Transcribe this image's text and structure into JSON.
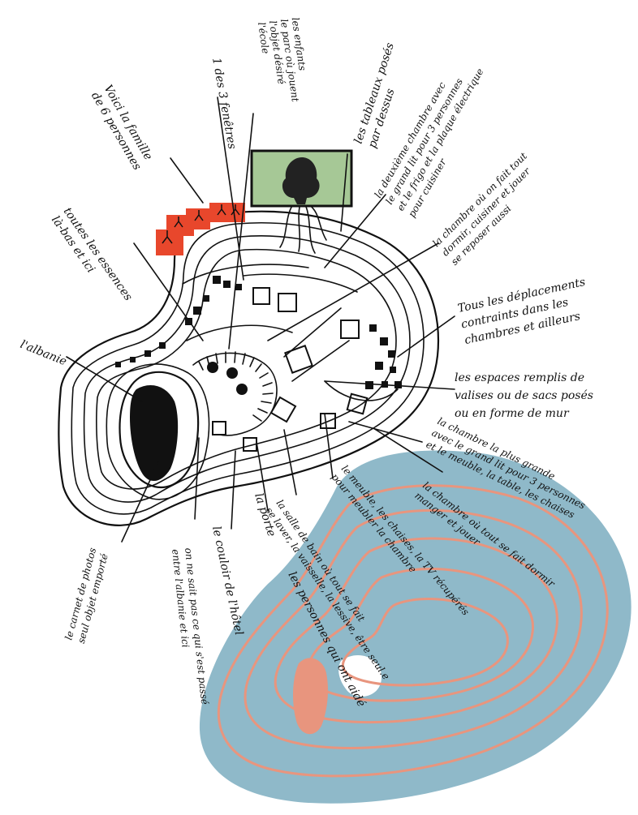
{
  "colors": {
    "ink": "#111111",
    "blue_blob": "#8fb9c9",
    "salmon": "#e8957e",
    "photo_green": "#a6c896",
    "family_red": "#e8472c"
  },
  "annotations": {
    "famille": [
      "Voici la famille",
      "de 6 personnes"
    ],
    "fenetres": [
      "1 des 3 fenêtres"
    ],
    "ecole": [
      "l'école",
      "l'objet désiré",
      "le parc où jouent",
      "les enfants"
    ],
    "tableaux": [
      "les tableaux posés",
      "par dessus"
    ],
    "deuxieme_chambre": [
      "la deuxième chambre avec",
      "le grand lit pour 3 personnes",
      "et le frigo et la plaque électrique",
      "pour cuisiner"
    ],
    "chambre_tout": [
      "la chambre où on fait tout",
      "dormir, cuisiner et jouer",
      "se reposer aussi"
    ],
    "deplacements": [
      "Tous les déplacements",
      "contraints dans les",
      "chambres et ailleurs"
    ],
    "espaces": [
      "les espaces remplis de",
      "valises ou de sacs posés",
      "ou en forme de mur"
    ],
    "essences": [
      "toutes les essences",
      "là-bas et ici"
    ],
    "albanie": [
      "l'albanie"
    ],
    "carnet": [
      "le carnet de photos",
      "seul objet emporté"
    ],
    "on_ne_sait": [
      "on ne sait pas ce qui s'est passé",
      "entre l'albanie et ici"
    ],
    "couloir": [
      "le couloir de l'hôtel"
    ],
    "porte": [
      "la porte"
    ],
    "salle_de_bain": [
      "la salle de bain où tout se fait",
      "se laver, la vaisselle, la lessive, être seul.e"
    ],
    "meuble": [
      "le meuble, les chaises, la TV récupérés",
      "pour meubler la chambre"
    ],
    "chambre_ou_tout": [
      "la chambre où tout se fait dormir",
      "manger et jouer"
    ],
    "chambre_plus_grande": [
      "la chambre la plus grande",
      "avec le grand lit pour 3 personnes",
      "et le meuble, la table, les chaises"
    ],
    "personnes": [
      "les personnes qui ont aidé"
    ]
  }
}
